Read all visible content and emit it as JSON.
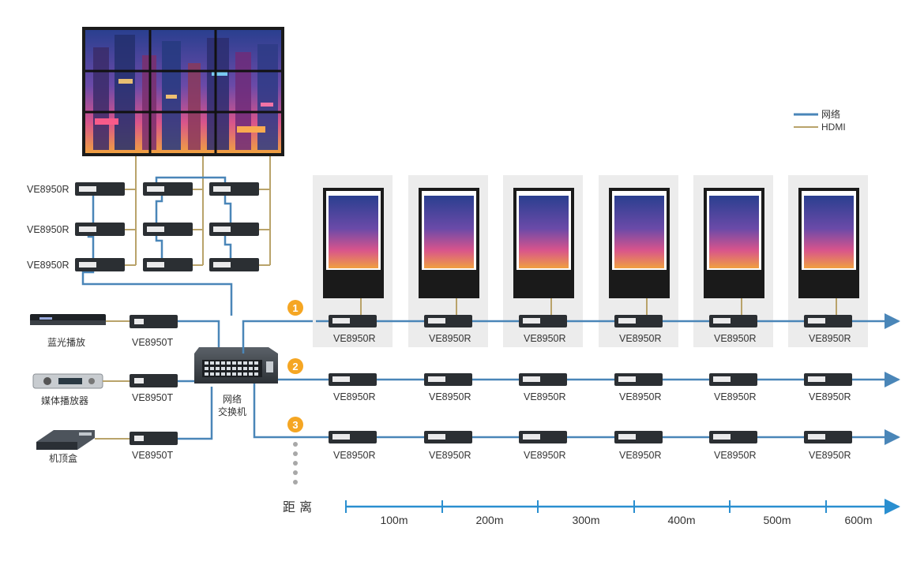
{
  "legend": {
    "network_label": "网络",
    "hdmi_label": "HDMI"
  },
  "colors": {
    "network": "#4a86b8",
    "hdmi": "#b9a36a",
    "badge": "#f5a623",
    "panel_bg": "#ececec",
    "device": "#2b2f33",
    "axis": "#2a8fd0"
  },
  "wall": {
    "receivers": [
      {
        "label": "VE8950R"
      },
      {
        "label": "VE8950R"
      },
      {
        "label": "VE8950R"
      }
    ]
  },
  "sources": [
    {
      "name": "蓝光播放",
      "transmitter": "VE8950T",
      "icon": "bluray-player-icon"
    },
    {
      "name": "媒体播放器",
      "transmitter": "VE8950T",
      "icon": "media-player-icon"
    },
    {
      "name": "机顶盒",
      "transmitter": "VE8950T",
      "icon": "set-top-box-icon"
    }
  ],
  "switch": {
    "label_line1": "网络",
    "label_line2": "交换机"
  },
  "rows": [
    {
      "badge": "1",
      "receivers": [
        "VE8950R",
        "VE8950R",
        "VE8950R",
        "VE8950R",
        "VE8950R",
        "VE8950R"
      ]
    },
    {
      "badge": "2",
      "receivers": [
        "VE8950R",
        "VE8950R",
        "VE8950R",
        "VE8950R",
        "VE8950R",
        "VE8950R"
      ]
    },
    {
      "badge": "3",
      "receivers": [
        "VE8950R",
        "VE8950R",
        "VE8950R",
        "VE8950R",
        "VE8950R",
        "VE8950R"
      ]
    }
  ],
  "distance": {
    "label": "距  离",
    "ticks": [
      "100m",
      "200m",
      "300m",
      "400m",
      "500m",
      "600m"
    ]
  }
}
